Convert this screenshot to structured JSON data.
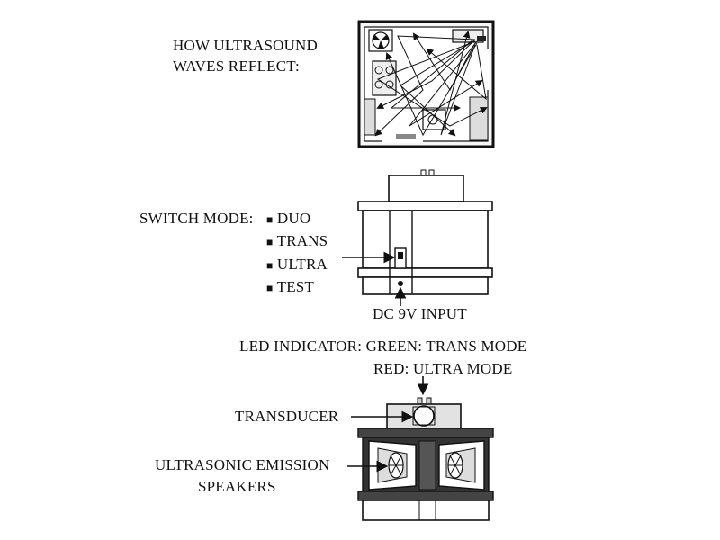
{
  "room": {
    "title_line1": "HOW ULTRASOUND",
    "title_line2": "WAVES REFLECT:"
  },
  "switch": {
    "label": "SWITCH MODE:",
    "bullet": "■",
    "options": [
      "DUO",
      "TRANS",
      "ULTRA",
      "TEST"
    ]
  },
  "dc": {
    "label": "DC 9V INPUT"
  },
  "led": {
    "line1": "LED INDICATOR: GREEN: TRANS MODE",
    "line2": "RED: ULTRA MODE"
  },
  "transducer": {
    "label": "TRANSDUCER"
  },
  "speakers": {
    "line1": "ULTRASONIC EMISSION",
    "line2": "SPEAKERS"
  }
}
